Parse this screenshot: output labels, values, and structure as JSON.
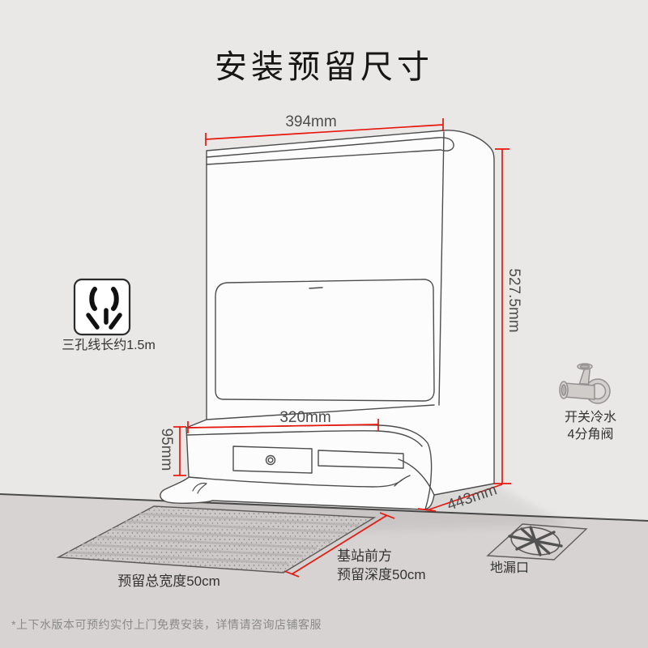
{
  "title": "安装预留尺寸",
  "dimensions": {
    "top_width": "394mm",
    "total_height": "527.5mm",
    "platform_width": "320mm",
    "platform_height": "95mm",
    "base_depth": "443mm"
  },
  "annotations": {
    "socket_label": "三孔线长约1.5m",
    "valve_label_line1": "开关冷水",
    "valve_label_line2": "4分角阀",
    "drain_label": "地漏口",
    "mat_width_label": "预留总宽度50cm",
    "front_clearance_line1": "基站前方",
    "front_clearance_line2": "预留深度50cm"
  },
  "footnote": "*上下水版本可预约实付上门免费安装，详情请咨询店铺客服",
  "icons": {
    "socket": "power-socket-icon",
    "valve": "angle-valve-icon",
    "drain": "floor-drain-icon"
  },
  "colors": {
    "wall": "#e9e8e7",
    "floor": "#d7d3d2",
    "dimension_red": "#e8170c",
    "line_art": "#4d4d4d",
    "machine_fill": "#fcfcfc"
  }
}
